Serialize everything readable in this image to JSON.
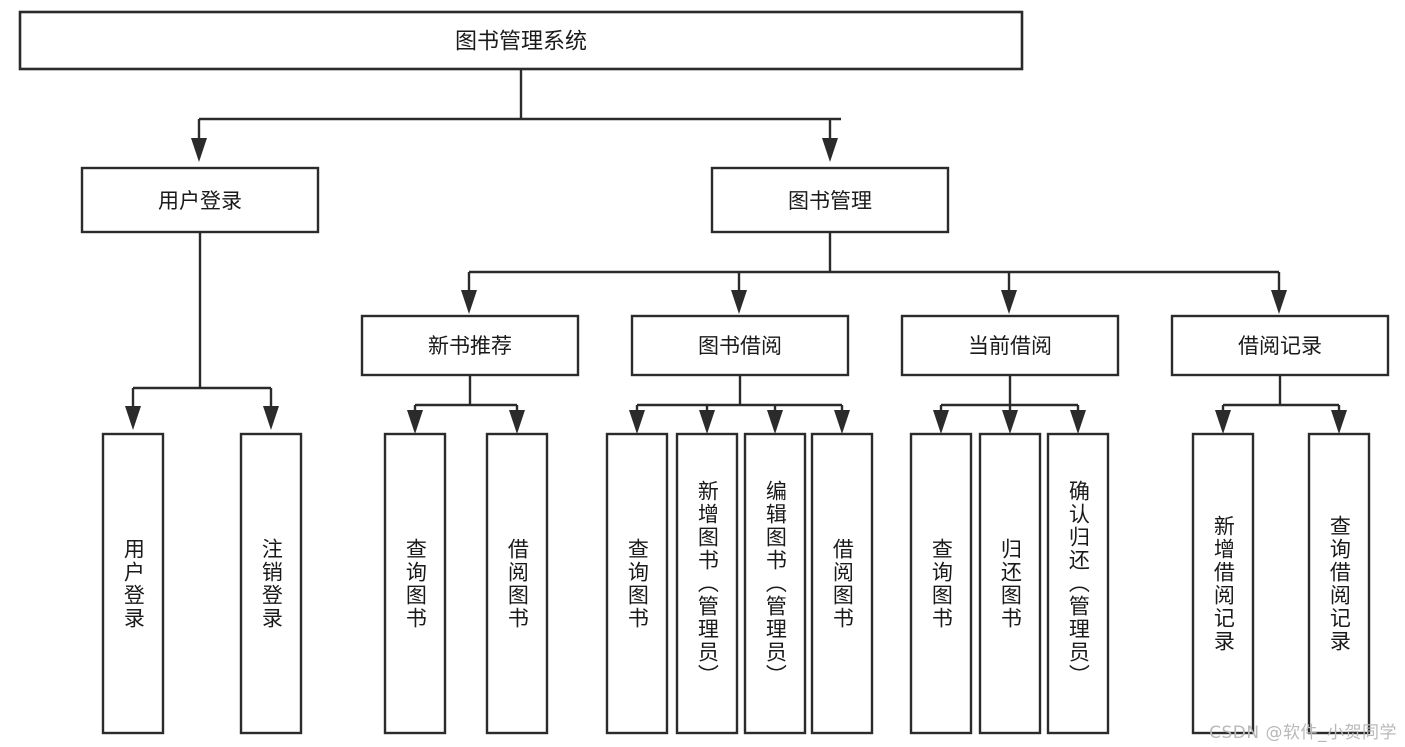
{
  "diagram": {
    "title": "图书管理系统",
    "type": "tree-hierarchy-chart",
    "watermark": "CSDN @软件_小贺同学",
    "colors": {
      "stroke": "#2b2b2b",
      "fill": "#ffffff",
      "text": "#1a1a1a",
      "watermark": "#b9b9b9"
    },
    "levels": {
      "root": {
        "label": "图书管理系统"
      },
      "level1": [
        {
          "id": "user-login",
          "label": "用户登录"
        },
        {
          "id": "book-management",
          "label": "图书管理"
        }
      ],
      "level2": [
        {
          "id": "new-book-recommend",
          "label": "新书推荐",
          "parent": "book-management"
        },
        {
          "id": "book-borrow",
          "label": "图书借阅",
          "parent": "book-management"
        },
        {
          "id": "current-borrow",
          "label": "当前借阅",
          "parent": "book-management"
        },
        {
          "id": "borrow-record",
          "label": "借阅记录",
          "parent": "book-management"
        }
      ],
      "leaves": [
        {
          "id": "leaf-user-login",
          "label": "用户登录",
          "parent": "user-login"
        },
        {
          "id": "leaf-logout-login",
          "label": "注销登录",
          "parent": "user-login"
        },
        {
          "id": "leaf-query-book-1",
          "label": "查询图书",
          "parent": "new-book-recommend"
        },
        {
          "id": "leaf-borrow-book-1",
          "label": "借阅图书",
          "parent": "new-book-recommend"
        },
        {
          "id": "leaf-query-book-2",
          "label": "查询图书",
          "parent": "book-borrow"
        },
        {
          "id": "leaf-add-book",
          "label": "新增图书（管理员）",
          "parent": "book-borrow"
        },
        {
          "id": "leaf-edit-book",
          "label": "编辑图书（管理员）",
          "parent": "book-borrow"
        },
        {
          "id": "leaf-borrow-book-2",
          "label": "借阅图书",
          "parent": "book-borrow"
        },
        {
          "id": "leaf-query-book-3",
          "label": "查询图书",
          "parent": "current-borrow"
        },
        {
          "id": "leaf-return-book",
          "label": "归还图书",
          "parent": "current-borrow"
        },
        {
          "id": "leaf-confirm-return",
          "label": "确认归还（管理员）",
          "parent": "current-borrow"
        },
        {
          "id": "leaf-add-record",
          "label": "新增借阅记录",
          "parent": "borrow-record"
        },
        {
          "id": "leaf-query-record",
          "label": "查询借阅记录",
          "parent": "borrow-record"
        }
      ]
    }
  }
}
